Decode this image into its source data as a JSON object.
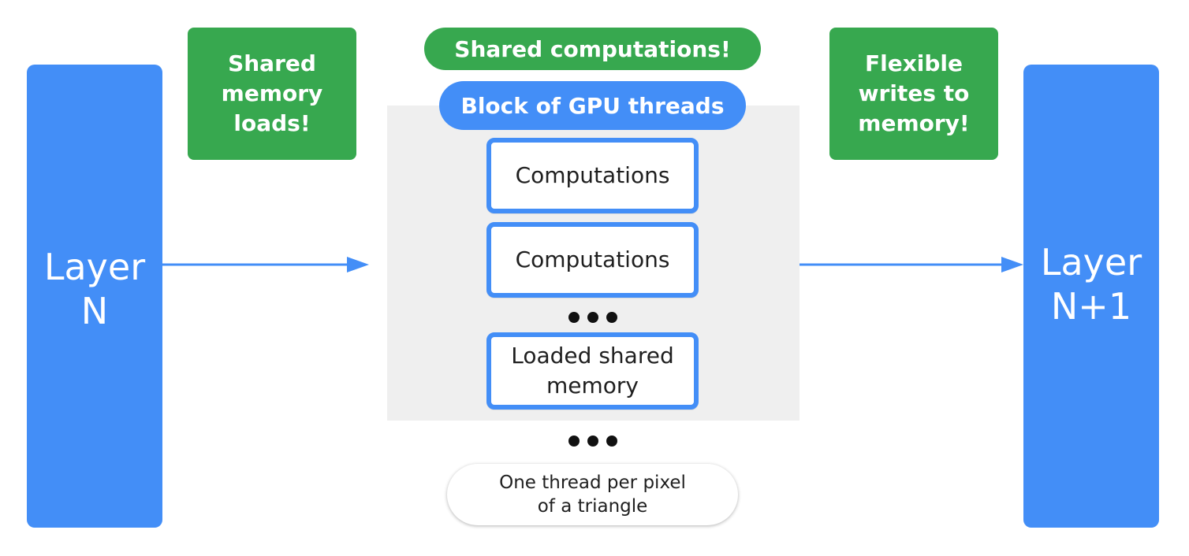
{
  "layers": {
    "left": {
      "line1": "Layer",
      "line2": "N"
    },
    "right": {
      "line1": "Layer",
      "line2": "N+1"
    }
  },
  "notes": {
    "left": [
      "Shared",
      "memory",
      "loads!"
    ],
    "center": "Shared computations!",
    "right": [
      "Flexible",
      "writes to",
      "memory!"
    ]
  },
  "block": {
    "label": "Block of GPU threads",
    "items": [
      {
        "lines": [
          "Computations"
        ]
      },
      {
        "lines": [
          "Computations"
        ]
      },
      {
        "lines": [
          "Loaded shared",
          "memory"
        ]
      }
    ]
  },
  "thread_note": [
    "One thread per pixel",
    "of a triangle"
  ],
  "colors": {
    "blue": "#438ef7",
    "green": "#37a84f",
    "panel": "#efefef"
  },
  "icons": [
    "ellipsis-icon",
    "arrow-right-icon"
  ]
}
